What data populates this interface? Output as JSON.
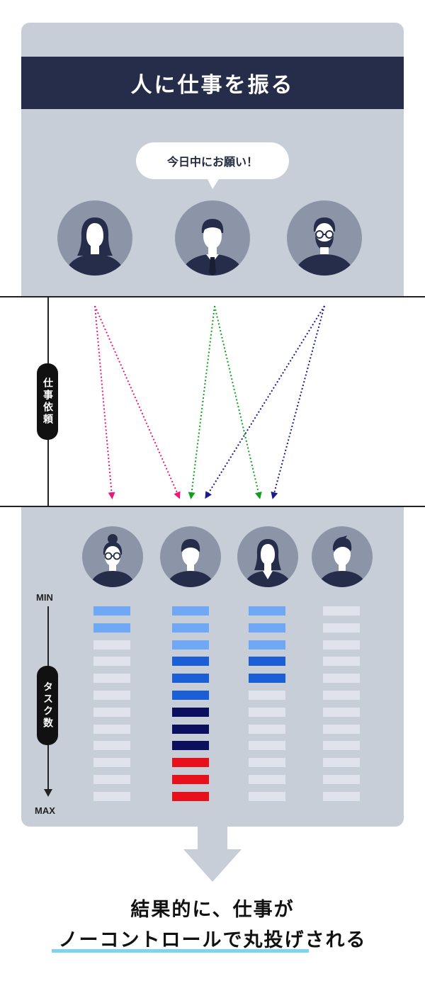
{
  "title": "人に仕事を振る",
  "speech_bubble": "今日中にお願い！",
  "work_request_label": "仕事依頼",
  "task_count_label": "タスク数",
  "axis": {
    "min_label": "MIN",
    "max_label": "MAX"
  },
  "requesters": [
    {
      "id": "woman-requester",
      "arrow_color": "#e8197a",
      "targets": [
        0,
        1
      ]
    },
    {
      "id": "boss-requester",
      "arrow_color": "#0fa01e",
      "targets": [
        1,
        2
      ]
    },
    {
      "id": "bearded-requester",
      "arrow_color": "#1a1a8c",
      "targets": [
        1,
        2
      ]
    }
  ],
  "colors": {
    "navy_header": "#252d4a",
    "panel_gray": "#c8ced8",
    "avatar_bg": "#8c95a7",
    "figure": "#252d4a",
    "bar_empty": "#e0e3eb",
    "bar_light_blue": "#6fa8f5",
    "bar_blue": "#1a5fd6",
    "bar_navy": "#0b0f5e",
    "bar_red": "#e8101b",
    "underline": "#7fd3ec"
  },
  "workers": [
    {
      "name": "glasses-woman",
      "bars": [
        "light_blue",
        "light_blue",
        "empty",
        "empty",
        "empty",
        "empty",
        "empty",
        "empty",
        "empty",
        "empty",
        "empty",
        "empty"
      ]
    },
    {
      "name": "man",
      "bars": [
        "light_blue",
        "light_blue",
        "light_blue",
        "blue",
        "blue",
        "blue",
        "navy",
        "navy",
        "navy",
        "red",
        "red",
        "red"
      ]
    },
    {
      "name": "woman",
      "bars": [
        "light_blue",
        "light_blue",
        "light_blue",
        "blue",
        "blue",
        "empty",
        "empty",
        "empty",
        "empty",
        "empty",
        "empty",
        "empty"
      ]
    },
    {
      "name": "spiky-hair-man",
      "bars": [
        "empty",
        "empty",
        "empty",
        "empty",
        "empty",
        "empty",
        "empty",
        "empty",
        "empty",
        "empty",
        "empty",
        "empty"
      ]
    }
  ],
  "conclusion": {
    "line1": "結果的に、仕事が",
    "line2": "ノーコントロールで丸投げされる"
  }
}
